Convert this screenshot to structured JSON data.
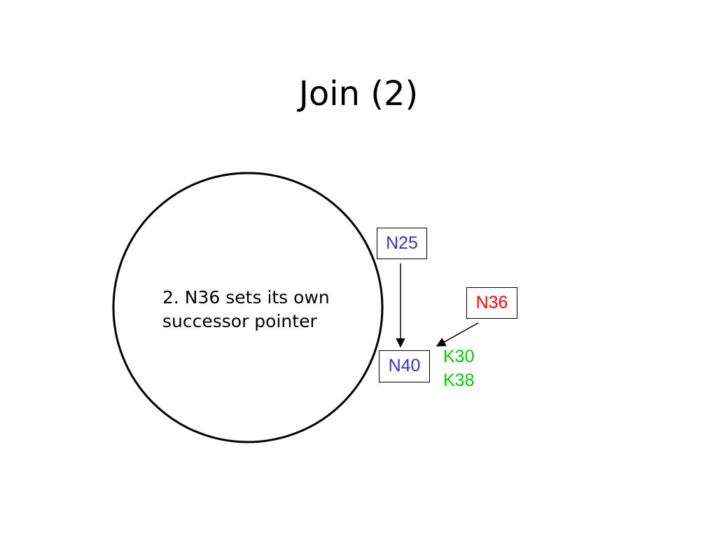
{
  "title": "Join (2)",
  "caption": {
    "line1": "2. N36 sets its own",
    "line2": "successor pointer"
  },
  "nodes": {
    "n25": "N25",
    "n40": "N40",
    "n36": "N36"
  },
  "keys": [
    "K30",
    "K38"
  ],
  "colors": {
    "ring_node": "#3333cc",
    "new_node": "#ff0000",
    "keys": "#00cc00",
    "ring": "#000000"
  }
}
